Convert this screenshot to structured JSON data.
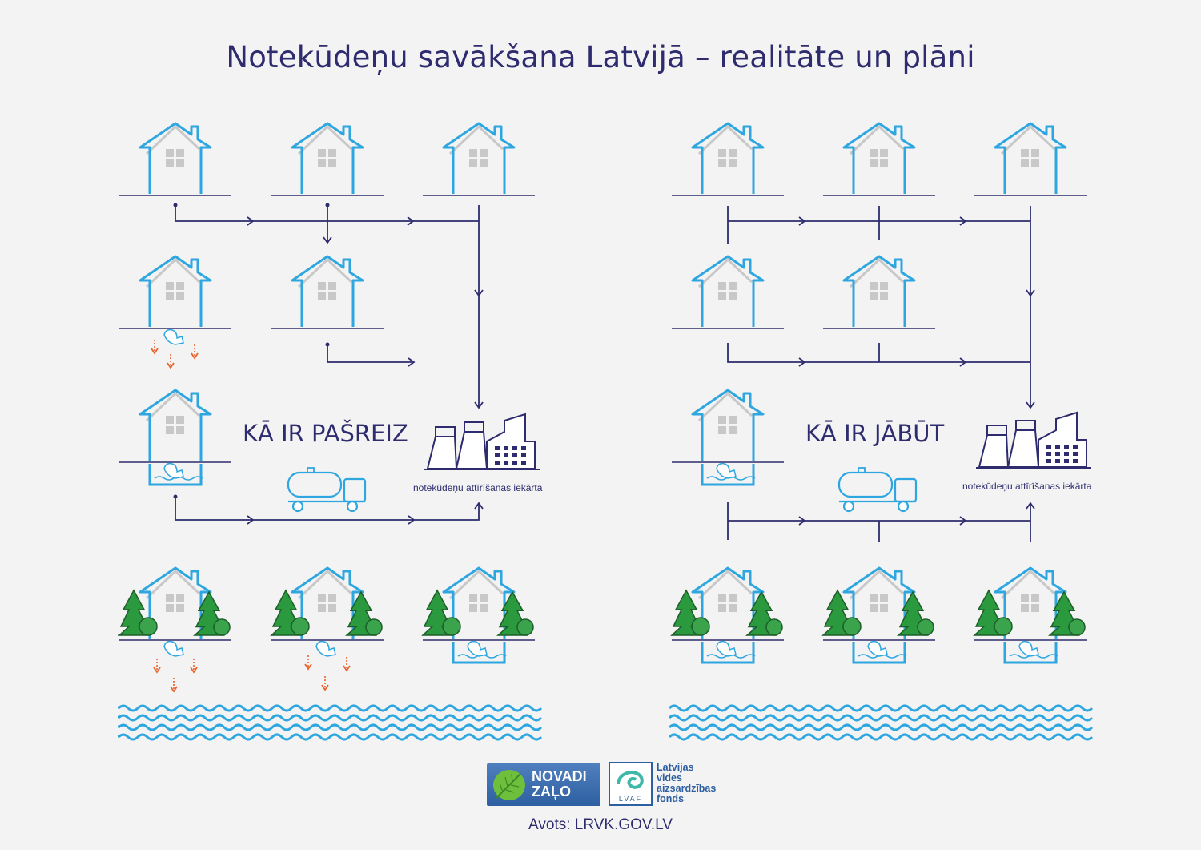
{
  "title": "Notekūdeņu savākšana Latvijā – realitāte un plāni",
  "left_scene": {
    "label": "KĀ IR PAŠREIZ",
    "plant_label": "notekūdeņu attīrīšanas iekārta"
  },
  "right_scene": {
    "label": "KĀ IR JĀBŪT",
    "plant_label": "notekūdeņu attīrīšanas iekārta"
  },
  "logos": {
    "novadi_line1": "NOVADI",
    "novadi_line2": "ZAĻO",
    "lvaf_abbr": "LVAF",
    "lvaf_line1": "Latvijas",
    "lvaf_line2": "vides",
    "lvaf_line3": "aizsardzības",
    "lvaf_line4": "fonds"
  },
  "source": "Avots: LRVK.GOV.LV",
  "colors": {
    "house_blue": "#2ea6df",
    "line_navy": "#2e2c6e",
    "leak_orange": "#e8642c",
    "tree_green": "#2b9a3e",
    "background": "#f3f3f3"
  }
}
